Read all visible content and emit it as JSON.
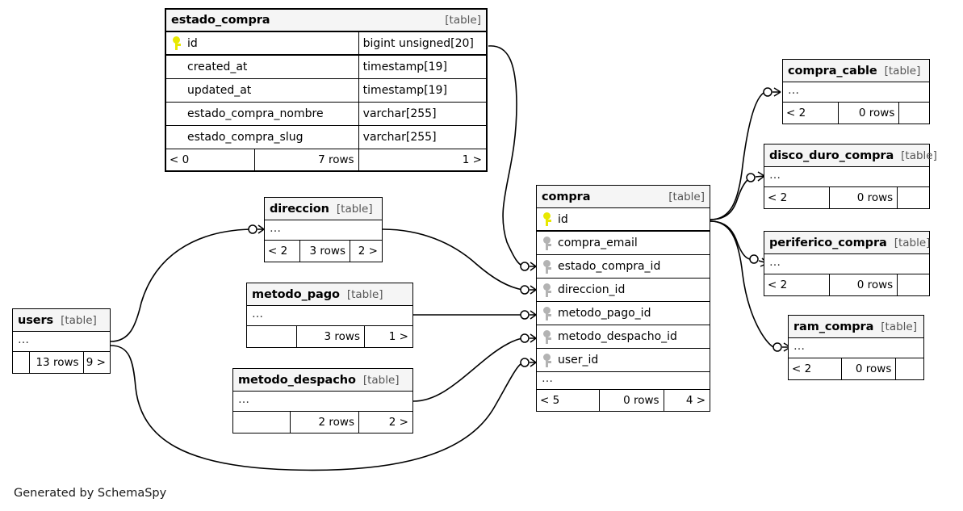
{
  "diagram": {
    "kind": "entity-relationship-diagram",
    "generator_credit": "Generated by SchemaSpy",
    "table_tag": "[table]",
    "ellipsis": "…",
    "edge_color": "#000000",
    "header_fill": "#f5f5f5",
    "pk_key_color": "#e8e800",
    "fk_key_color": "#b3b3b3"
  },
  "tables": {
    "estado_compra": {
      "name": "estado_compra",
      "tag": "[table]",
      "columns": [
        {
          "name": "id",
          "type": "bigint unsigned[20]",
          "key": "primary"
        },
        {
          "name": "created_at",
          "type": "timestamp[19]",
          "key": "none"
        },
        {
          "name": "updated_at",
          "type": "timestamp[19]",
          "key": "none"
        },
        {
          "name": "estado_compra_nombre",
          "type": "varchar[255]",
          "key": "none"
        },
        {
          "name": "estado_compra_slug",
          "type": "varchar[255]",
          "key": "none"
        }
      ],
      "footer": {
        "left": "< 0",
        "mid": "7 rows",
        "right": "1 >"
      }
    },
    "compra": {
      "name": "compra",
      "tag": "[table]",
      "columns": [
        {
          "name": "id",
          "key": "primary"
        },
        {
          "name": "compra_email",
          "key": "foreign"
        },
        {
          "name": "estado_compra_id",
          "key": "foreign"
        },
        {
          "name": "direccion_id",
          "key": "foreign"
        },
        {
          "name": "metodo_pago_id",
          "key": "foreign"
        },
        {
          "name": "metodo_despacho_id",
          "key": "foreign"
        },
        {
          "name": "user_id",
          "key": "foreign"
        }
      ],
      "more": "…",
      "footer": {
        "left": "< 5",
        "mid": "0 rows",
        "right": "4 >"
      }
    },
    "direccion": {
      "name": "direccion",
      "tag": "[table]",
      "more": "…",
      "footer": {
        "left": "< 2",
        "mid": "3 rows",
        "right": "2 >"
      }
    },
    "metodo_pago": {
      "name": "metodo_pago",
      "tag": "[table]",
      "more": "…",
      "footer": {
        "left": "",
        "mid": "3 rows",
        "right": "1 >"
      }
    },
    "metodo_despacho": {
      "name": "metodo_despacho",
      "tag": "[table]",
      "more": "…",
      "footer": {
        "left": "",
        "mid": "2 rows",
        "right": "2 >"
      }
    },
    "users": {
      "name": "users",
      "tag": "[table]",
      "more": "…",
      "footer": {
        "left": "",
        "mid": "13 rows",
        "right": "9 >"
      }
    },
    "compra_cable": {
      "name": "compra_cable",
      "tag": "[table]",
      "more": "…",
      "footer": {
        "left": "< 2",
        "mid": "0 rows",
        "right": ""
      }
    },
    "disco_duro_compra": {
      "name": "disco_duro_compra",
      "tag": "[table]",
      "more": "…",
      "footer": {
        "left": "< 2",
        "mid": "0 rows",
        "right": ""
      }
    },
    "periferico_compra": {
      "name": "periferico_compra",
      "tag": "[table]",
      "more": "…",
      "footer": {
        "left": "< 2",
        "mid": "0 rows",
        "right": ""
      }
    },
    "ram_compra": {
      "name": "ram_compra",
      "tag": "[table]",
      "more": "…",
      "footer": {
        "left": "< 2",
        "mid": "0 rows",
        "right": ""
      }
    }
  },
  "relationships": [
    {
      "from": "estado_compra.id",
      "to": "compra.estado_compra_id"
    },
    {
      "from": "direccion",
      "to": "compra.direccion_id"
    },
    {
      "from": "metodo_pago",
      "to": "compra.metodo_pago_id"
    },
    {
      "from": "metodo_despacho",
      "to": "compra.metodo_despacho_id"
    },
    {
      "from": "users",
      "to": "compra.user_id"
    },
    {
      "from": "users",
      "to": "direccion"
    },
    {
      "from": "compra.id",
      "to": "compra_cable"
    },
    {
      "from": "compra.id",
      "to": "disco_duro_compra"
    },
    {
      "from": "compra.id",
      "to": "periferico_compra"
    },
    {
      "from": "compra.id",
      "to": "ram_compra"
    }
  ]
}
